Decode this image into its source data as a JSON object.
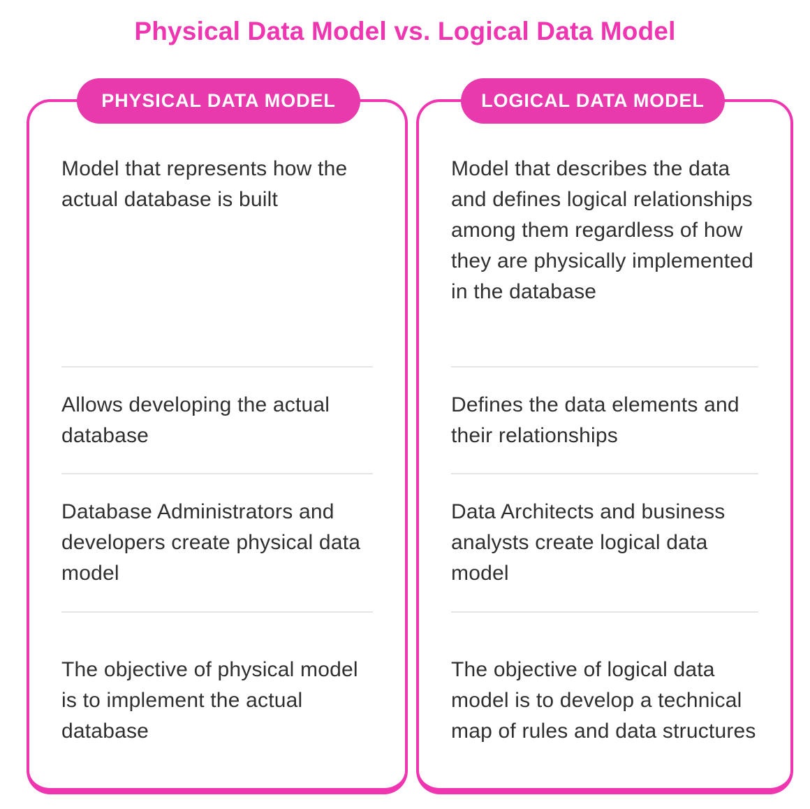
{
  "title": "Physical Data Model vs. Logical Data Model",
  "colors": {
    "accent_pink": "#EF35B0",
    "pill_pink": "#E93AAD",
    "divider_gray": "#E4E6E6",
    "text_dark": "#2F2F2F"
  },
  "columns": [
    {
      "id": "physical",
      "header": "PHYSICAL DATA MODEL",
      "rows": [
        "Model that represents how the actual database is built",
        "Allows developing the actual database",
        "Database Administrators and developers create physical data model",
        "The objective of physical model is to implement the actual database"
      ]
    },
    {
      "id": "logical",
      "header": "LOGICAL DATA MODEL",
      "rows": [
        "Model that describes the data and defines logical relationships among them regardless of how they are physically implemented in the database",
        "Defines the data elements and their relationships",
        "Data Architects and business analysts create logical data model",
        "The objective of logical data model is to develop a technical map of rules and data structures"
      ]
    }
  ]
}
